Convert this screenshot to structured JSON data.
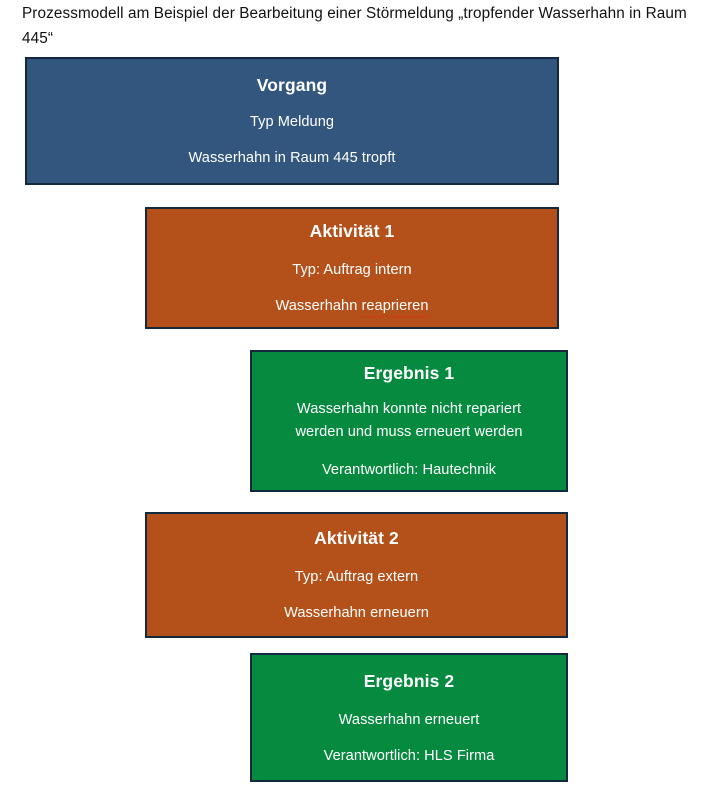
{
  "page": {
    "title": "Prozessmodell am Beispiel der Bearbeitung einer Störmeldung „tropfender Wasserhahn in Raum 445“"
  },
  "colors": {
    "vorgang_fill": "#32567d",
    "aktivitaet_fill": "#b4511b",
    "ergebnis_fill": "#068a3f",
    "node_border": "#12293f",
    "node_text": "#ffffff",
    "spellcheck_underline": "#e02b13",
    "page_background": "#ffffff"
  },
  "nodes": [
    {
      "id": "vorgang",
      "kind": "vorgang",
      "title": "Vorgang",
      "type_line": "Typ Meldung",
      "description": "Wasserhahn in Raum 445 tropft"
    },
    {
      "id": "aktivitaet-1",
      "kind": "aktivitaet",
      "title": "Aktivität 1",
      "type_line": "Typ: Auftrag intern",
      "description_prefix": "Wasserhahn ",
      "description_misspelled": "reaprieren"
    },
    {
      "id": "ergebnis-1",
      "kind": "ergebnis",
      "title": "Ergebnis 1",
      "description_line_1": "Wasserhahn konnte nicht repariert",
      "description_line_2": "werden und muss erneuert werden",
      "responsible": "Verantwortlich: Hautechnik"
    },
    {
      "id": "aktivitaet-2",
      "kind": "aktivitaet",
      "title": "Aktivität 2",
      "type_line": "Typ: Auftrag extern",
      "description": "Wasserhahn erneuern"
    },
    {
      "id": "ergebnis-2",
      "kind": "ergebnis",
      "title": "Ergebnis 2",
      "description": "Wasserhahn erneuert",
      "responsible": "Verantwortlich: HLS Firma"
    }
  ]
}
